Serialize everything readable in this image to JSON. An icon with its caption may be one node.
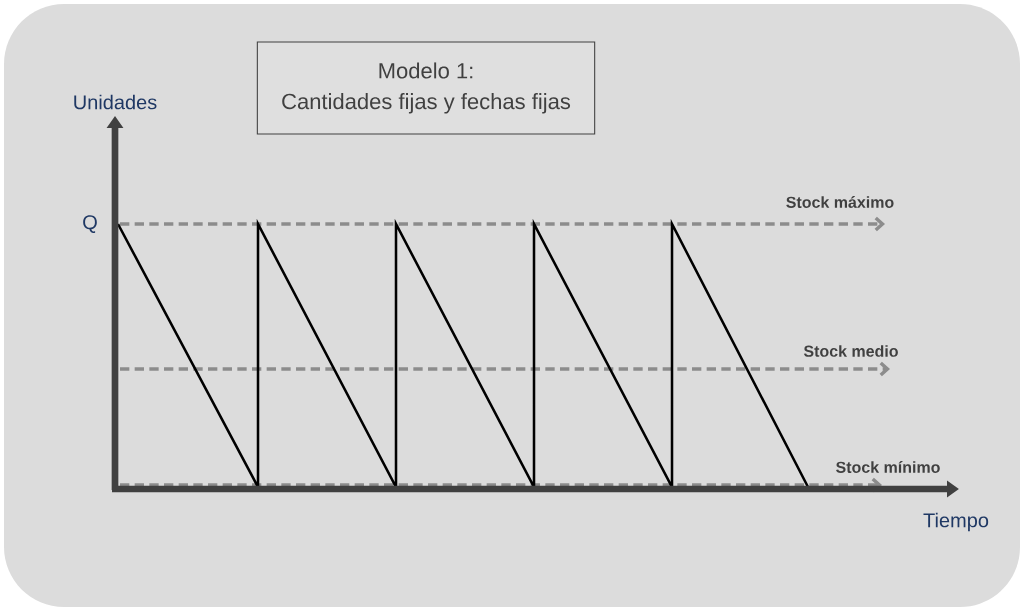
{
  "diagram": {
    "nodes": [
      {
        "text": [
          "Modelo 1:",
          "Cantidades fijas y fechas fijas"
        ]
      }
    ],
    "labels": [
      "Unidades",
      "Q",
      "Stock máximo",
      "Stock medio",
      "Stock mínimo",
      "Tiempo"
    ]
  }
}
